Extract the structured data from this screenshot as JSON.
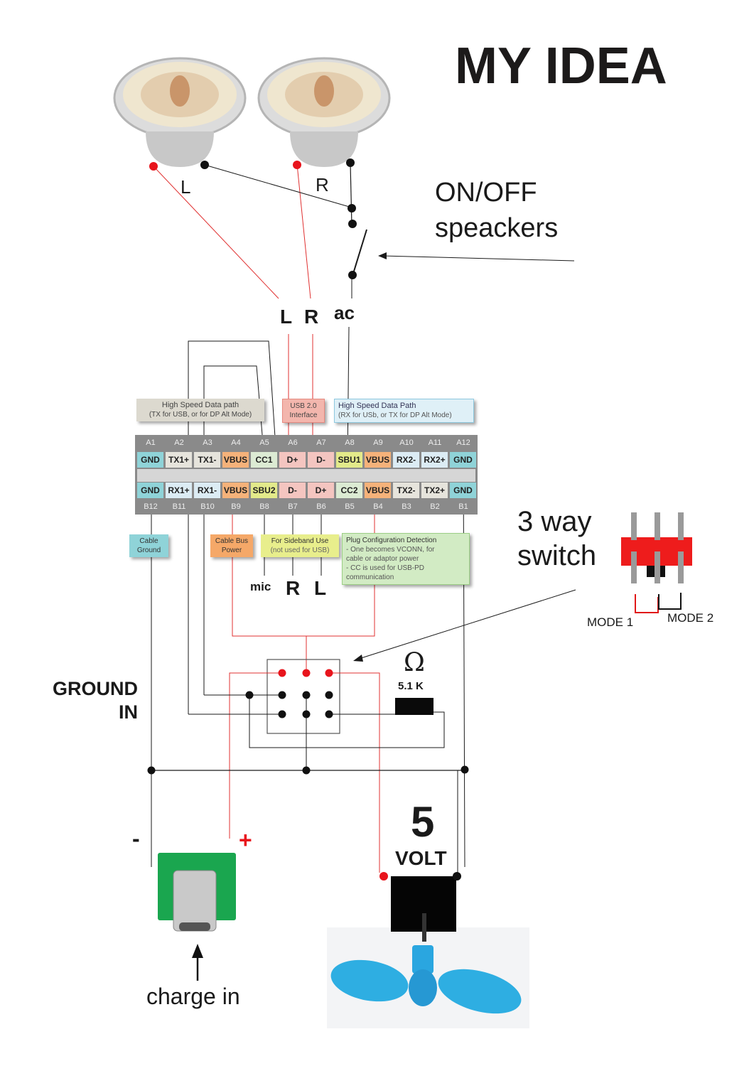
{
  "title": "MY IDEA",
  "speakers": {
    "left_label": "L",
    "right_label": "R",
    "switch_label_line1": "ON/OFF",
    "switch_label_line2": "speackers"
  },
  "connector_top_labels": {
    "l": "L",
    "r": "R",
    "ac": "ac"
  },
  "pinout": {
    "top_numbers": [
      "A1",
      "A2",
      "A3",
      "A4",
      "A5",
      "A6",
      "A7",
      "A8",
      "A9",
      "A10",
      "A11",
      "A12"
    ],
    "top_pins": [
      "GND",
      "TX1+",
      "TX1-",
      "VBUS",
      "CC1",
      "D+",
      "D-",
      "SBU1",
      "VBUS",
      "RX2-",
      "RX2+",
      "GND"
    ],
    "bottom_pins": [
      "GND",
      "RX1+",
      "RX1-",
      "VBUS",
      "SBU2",
      "D-",
      "D+",
      "CC2",
      "VBUS",
      "TX2-",
      "TX2+",
      "GND"
    ],
    "bottom_numbers": [
      "B12",
      "B11",
      "B10",
      "B9",
      "B8",
      "B7",
      "B6",
      "B5",
      "B4",
      "B3",
      "B2",
      "B1"
    ],
    "callouts": {
      "hs_tx_title": "High Speed Data path",
      "hs_tx_sub": "(TX for USB, or for DP Alt Mode)",
      "usb2_title": "USB 2.0",
      "usb2_sub": "Interface",
      "hs_rx_title": "High Speed Data Path",
      "hs_rx_sub": "(RX for USb, or TX for DP Alt Mode)",
      "cable_ground_1": "Cable",
      "cable_ground_2": "Ground",
      "cable_bus_1": "Cable Bus",
      "cable_bus_2": "Power",
      "sideband_title": "For Sideband Use",
      "sideband_sub": "(not used for USB)",
      "plug_title": "Plug Configuration Detection",
      "plug_line1": "- One becomes VCONN, for",
      "plug_line2": "cable or adaptor power",
      "plug_line3": "- CC is used for USB-PD",
      "plug_line4": "communication"
    }
  },
  "bottom_pin_labels": {
    "mic": "mic",
    "r": "R",
    "l": "L"
  },
  "three_way_switch": {
    "label_line1": "3 way",
    "label_line2": "switch",
    "mode1": "MODE 1",
    "mode2": "MODE 2"
  },
  "resistor": {
    "symbol": "Ω",
    "value": "5.1 K"
  },
  "ground_in": {
    "line1": "GROUND",
    "line2": "IN"
  },
  "charge": {
    "minus": "-",
    "plus": "+",
    "label": "charge in"
  },
  "fan": {
    "voltage_number": "5",
    "voltage_unit": "VOLT"
  },
  "colors": {
    "wire_red": "#e03030",
    "wire_black": "#1a1a1a",
    "gnd_cell": "#8fd3d8",
    "vbus_cell": "#f5b27a",
    "usb2_cell": "#f4c5c0",
    "sbu_cell": "#e3ea8a",
    "cc_cell": "#dcebd3",
    "tx_cell": "#e6e4dc",
    "rx_cell": "#dcecf4",
    "switch_red": "#ee1c1c",
    "fan_blue": "#2aa6e0"
  }
}
